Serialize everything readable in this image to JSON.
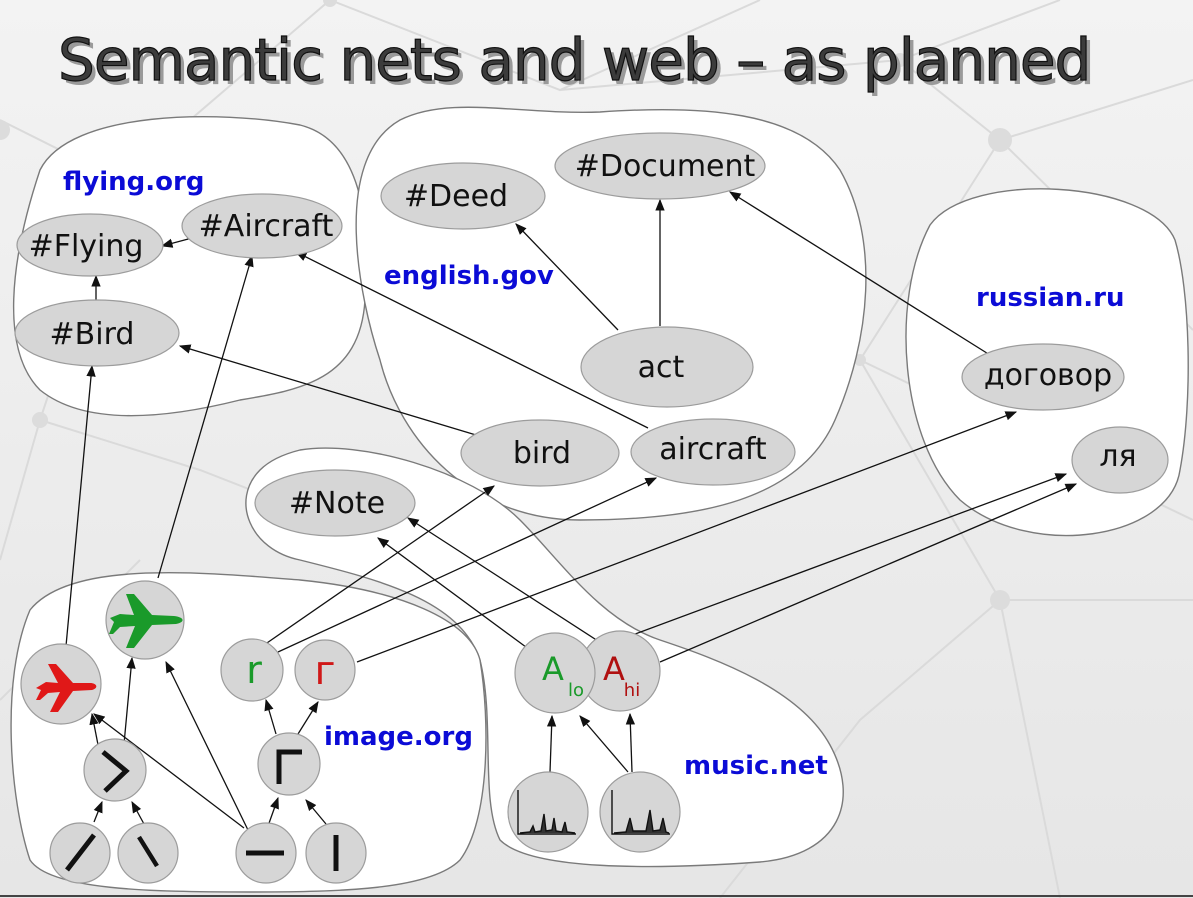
{
  "title": "Semantic nets and web – as planned",
  "domains": {
    "flying": "flying.org",
    "english": "english.gov",
    "russian": "russian.ru",
    "image": "image.org",
    "music": "music.net"
  },
  "nodes": {
    "flying_flying": "#Flying",
    "flying_aircraft": "#Aircraft",
    "flying_bird": "#Bird",
    "deed": "#Deed",
    "document": "#Document",
    "act": "act",
    "bird": "bird",
    "aircraft": "aircraft",
    "dogovor": "договор",
    "lya": "ля",
    "note": "#Note",
    "glyph_r_green": "r",
    "glyph_g_red": "г",
    "a_lo_main": "A",
    "a_lo_sub": "lo",
    "a_hi_main": "A",
    "a_hi_sub": "hi"
  },
  "colors": {
    "domain_label": "#0b0bd6",
    "node_fill": "#d6d6d6",
    "green": "#1a9a2a",
    "red": "#d01818",
    "dark_red": "#b01010"
  },
  "icons": {
    "red_plane": "airplane-icon",
    "green_plane": "airplane-icon",
    "angle": "angle-bracket-icon",
    "slash": "forward-slash-icon",
    "backslash": "back-slash-icon",
    "corner": "corner-icon",
    "hline": "horizontal-line-icon",
    "vline": "vertical-line-icon",
    "spectrum": "spectrum-icon"
  }
}
